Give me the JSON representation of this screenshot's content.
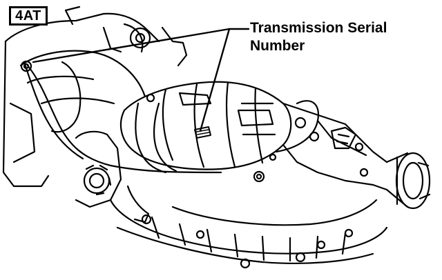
{
  "badge": {
    "label": "4AT"
  },
  "callout": {
    "line1": "Transmission Serial",
    "line2": "Number"
  },
  "colors": {
    "ink": "#000000",
    "paper": "#ffffff"
  }
}
